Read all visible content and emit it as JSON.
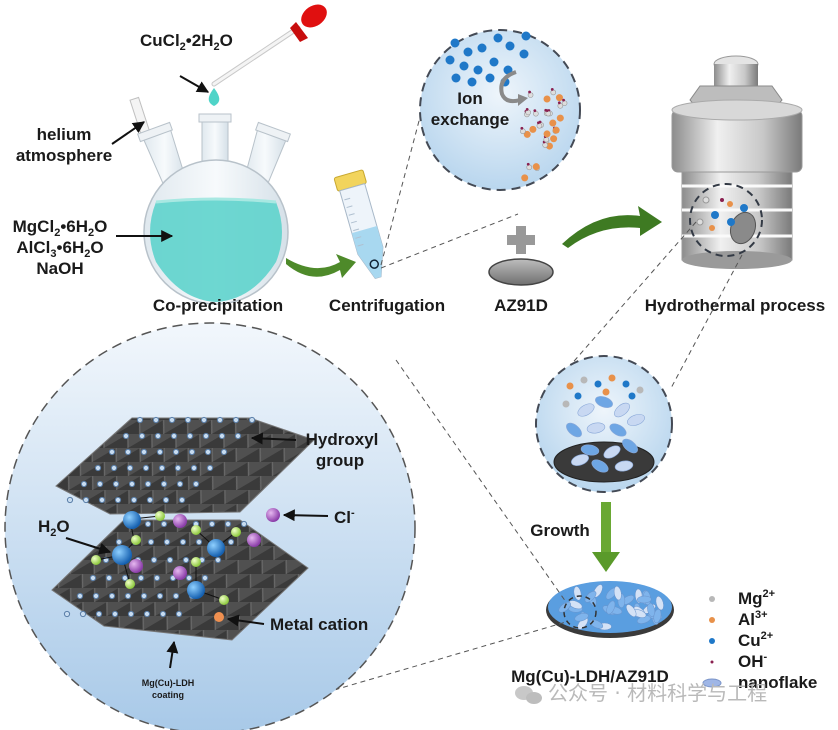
{
  "labels": {
    "cucl2": {
      "main": "CuCl",
      "sub1": "2",
      "mid": "•2H",
      "sub2": "2",
      "end": "O"
    },
    "helium": [
      "helium",
      "atmosphere"
    ],
    "mgcl2": {
      "main": "MgCl",
      "sub1": "2",
      "mid": "•6H",
      "sub2": "2",
      "end": "O"
    },
    "alcl3": {
      "main": "AlCl",
      "sub1": "3",
      "mid": "•6H",
      "sub2": "2",
      "end": "O"
    },
    "naoh": "NaOH",
    "co_precipitation": "Co-precipitation",
    "centrifugation": "Centrifugation",
    "ion_exchange": [
      "Ion",
      "exchange"
    ],
    "az91d": "AZ91D",
    "hydrothermal": "Hydrothermal process",
    "hydroxyl": [
      "Hydroxyl",
      "group"
    ],
    "cl": {
      "main": "Cl",
      "sup": "-"
    },
    "h2o": {
      "main": "H",
      "sub": "2",
      "end": "O"
    },
    "metal_cation": "Metal cation",
    "coating": [
      "Mg(Cu)-LDH",
      "coating"
    ],
    "growth": "Growth",
    "product": "Mg(Cu)-LDH/AZ91D"
  },
  "legend": [
    {
      "main": "Mg",
      "sup": "2+",
      "color": "#b8b8b8"
    },
    {
      "main": "Al",
      "sup": "3+",
      "color": "#e8914a"
    },
    {
      "main": "Cu",
      "sup": "2+",
      "color": "#1f78c8"
    },
    {
      "main": "OH",
      "sup": "-",
      "color": "#8a2050"
    },
    {
      "main": "nanoflake",
      "sup": "",
      "color": "#9fb6e6"
    }
  ],
  "watermark": "公众号 · 材料科学与工程",
  "colors": {
    "solution": "#5ed3cc",
    "arrow_green": "#4e8a2a",
    "bubble": "#d4e6f5",
    "sheet": "#4a4a4a",
    "dropper": "#e01010"
  }
}
